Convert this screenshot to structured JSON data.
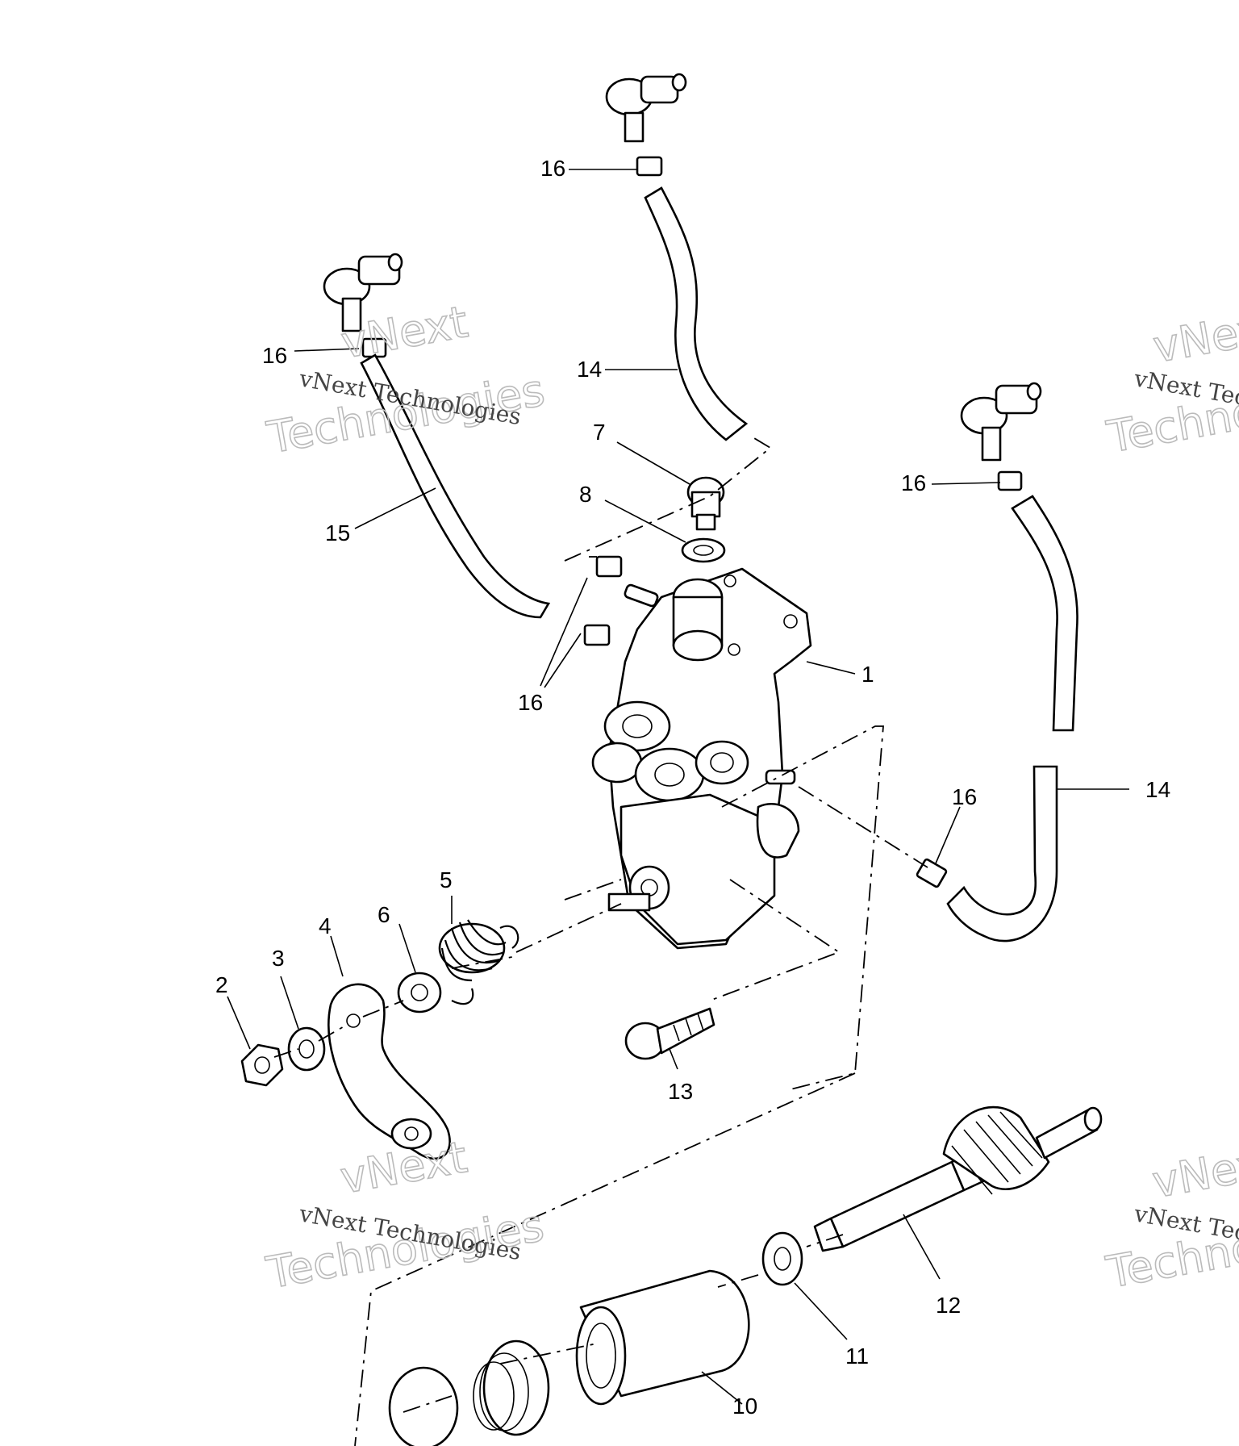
{
  "callouts": {
    "c1": "1",
    "c2": "2",
    "c3": "3",
    "c4": "4",
    "c5": "5",
    "c6": "6",
    "c7": "7",
    "c8": "8",
    "c10": "10",
    "c11": "11",
    "c12": "12",
    "c13": "13",
    "c14a": "14",
    "c14b": "14",
    "c15": "15",
    "c16a": "16",
    "c16b": "16",
    "c16c": "16",
    "c16d": "16",
    "c16e": "16"
  },
  "watermark": {
    "line1": "vNext Technologies",
    "line2a": "vNext",
    "line2b": "Technologies"
  }
}
